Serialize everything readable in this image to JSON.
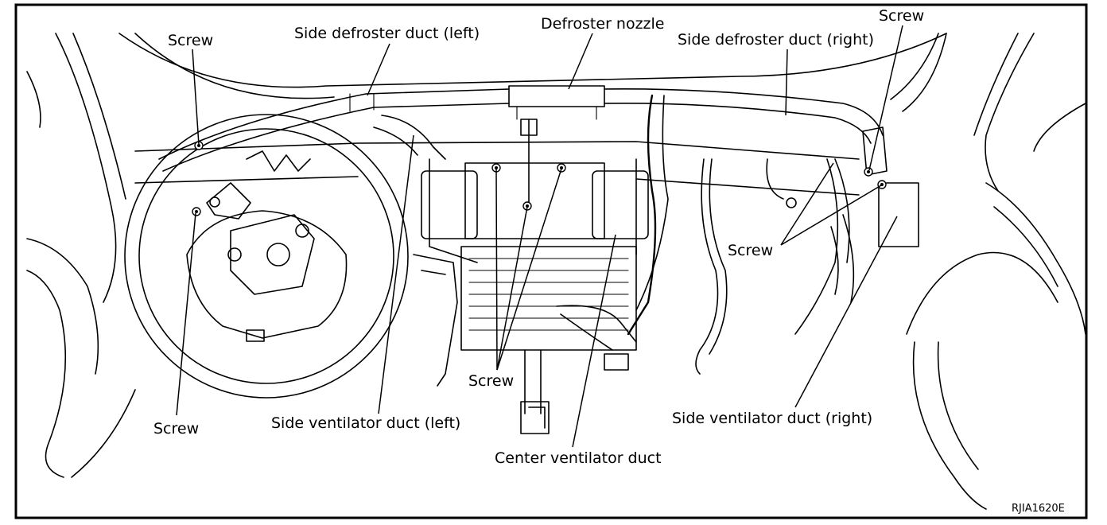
{
  "labels": {
    "screw_top_left": "Screw",
    "side_defroster_left": "Side defroster duct (left)",
    "defroster_nozzle": "Defroster nozzle",
    "side_defroster_right": "Side defroster duct (right)",
    "screw_top_right": "Screw",
    "screw_right_mid": "Screw",
    "screw_center": "Screw",
    "screw_bottom_left": "Screw",
    "side_ventilator_left": "Side ventilator duct (left)",
    "side_ventilator_right": "Side ventilator duct (right)",
    "center_ventilator": "Center ventilator duct"
  },
  "figure_code": "RJIA1620E"
}
